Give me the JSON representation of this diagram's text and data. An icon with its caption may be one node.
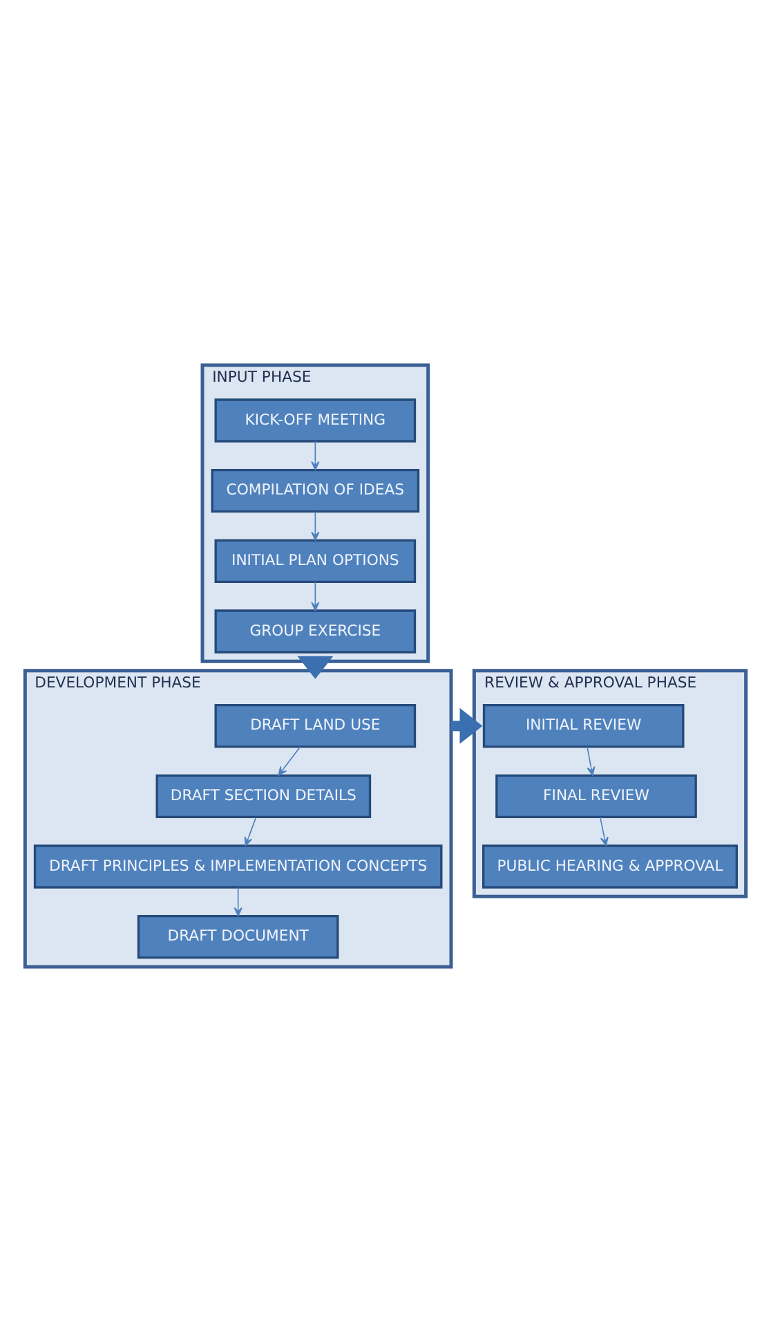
{
  "diagram": {
    "nodes": [
      {
        "text": [
          "INPUT PHASE"
        ]
      },
      {
        "text": [
          "KICK-OFF MEETING"
        ],
        "in": 0
      },
      {
        "text": [
          "COMPILATION OF IDEAS"
        ],
        "in": 0
      },
      {
        "text": [
          "INITIAL PLAN OPTIONS"
        ],
        "in": 0
      },
      {
        "text": [
          "GROUP EXERCISE"
        ],
        "in": 0
      },
      {
        "text": [
          "DEVELOPMENT PHASE"
        ]
      },
      {
        "text": [
          "DRAFT LAND USE"
        ],
        "in": 5
      },
      {
        "text": [
          "DRAFT SECTION DETAILS"
        ],
        "in": 5
      },
      {
        "text": [
          "DRAFT PRINCIPLES & IMPLEMENTATION CONCEPTS"
        ],
        "in": 5
      },
      {
        "text": [
          "DRAFT DOCUMENT"
        ],
        "in": 5
      },
      {
        "text": [
          "REVIEW & APPROVAL PHASE"
        ]
      },
      {
        "text": [
          "INITIAL REVIEW"
        ],
        "in": 10
      },
      {
        "text": [
          "FINAL REVIEW"
        ],
        "in": 10
      },
      {
        "text": [
          "PUBLIC HEARING & APPROVAL"
        ],
        "in": 10
      }
    ],
    "edges": [
      {
        "from": 1,
        "to": 2,
        "arrow": "to"
      },
      {
        "from": 2,
        "to": 3,
        "arrow": "to"
      },
      {
        "from": 3,
        "to": 4,
        "arrow": "to"
      },
      {
        "from": 0,
        "to": 5,
        "arrow": "to",
        "style": "thick"
      },
      {
        "from": 6,
        "to": 7,
        "arrow": "to"
      },
      {
        "from": 7,
        "to": 8,
        "arrow": "to"
      },
      {
        "from": 8,
        "to": 9,
        "arrow": "to"
      },
      {
        "from": 5,
        "to": 10,
        "arrow": "to",
        "style": "thick"
      },
      {
        "from": 11,
        "to": 12,
        "arrow": "to"
      },
      {
        "from": 12,
        "to": 13,
        "arrow": "to"
      }
    ]
  }
}
